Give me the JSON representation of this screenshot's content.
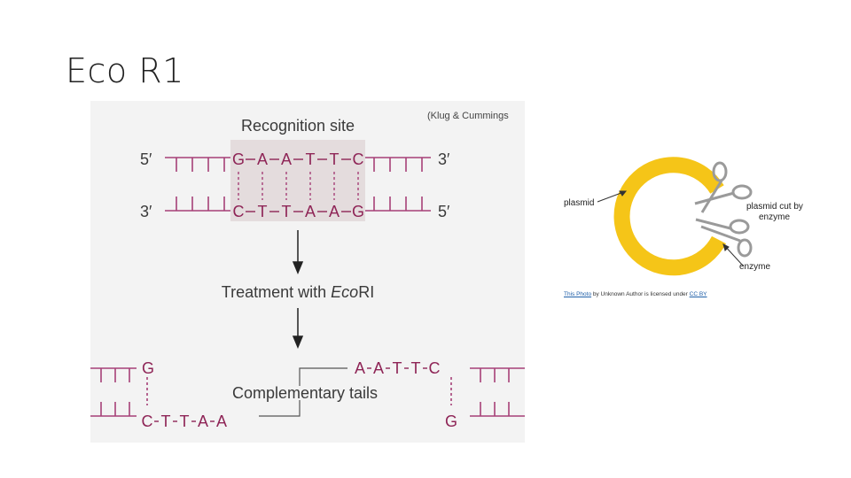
{
  "slide": {
    "title": "Eco R1"
  },
  "dna_figure": {
    "heading": "Recognition site",
    "citation": "(Klug & Cummings",
    "label_5_top": "5′",
    "label_3_top": "3′",
    "label_3_bottom": "3′",
    "label_5_bottom": "5′",
    "top_strand": [
      "G",
      "A",
      "A",
      "T",
      "T",
      "C"
    ],
    "bottom_strand": [
      "C",
      "T",
      "T",
      "A",
      "A",
      "G"
    ],
    "treatment_prefix": "Treatment with ",
    "treatment_enzyme": "Eco",
    "treatment_suffix": "RI",
    "tails_label": "Complementary tails",
    "left_fragment_top": "G",
    "left_fragment_bottom": [
      "C",
      "T",
      "T",
      "A",
      "A"
    ],
    "right_fragment_top": [
      "A",
      "A",
      "T",
      "T",
      "C"
    ],
    "right_fragment_bottom": "G",
    "colors": {
      "base": "#8e2456",
      "backbone": "#a64077",
      "box": "#e4dcdd",
      "text": "#3a3a3a",
      "arrow": "#222222"
    }
  },
  "plasmid_figure": {
    "plasmid_label": "plasmid",
    "cut_label": "plasmid cut by enzyme",
    "cut_label_line1": "plasmid cut by",
    "cut_label_line2": "enzyme",
    "enzyme_label": "enzyme",
    "colors": {
      "ring": "#f5c518",
      "scissors": "#9a9a9a"
    }
  },
  "credit": {
    "link_text": "This Photo",
    "middle_text": " by Unknown Author is licensed under ",
    "license_text": "CC BY"
  }
}
